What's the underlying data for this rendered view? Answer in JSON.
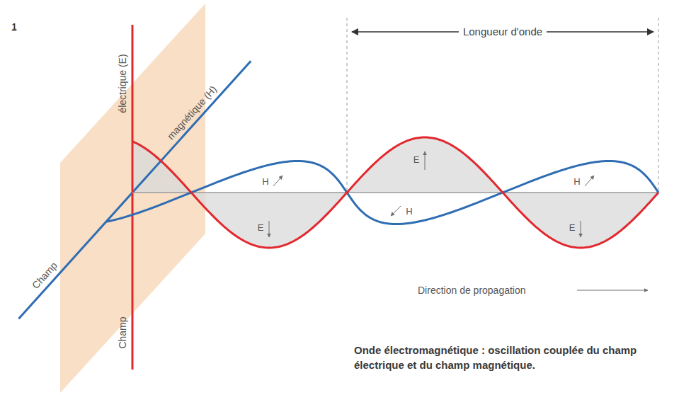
{
  "diagram": {
    "caption": "Onde électromagnétique : oscillation couplée du champ électrique et du champ magnétique.",
    "labels": [
      "1",
      "électrique (E)",
      "Champ",
      "magnétique (H)",
      "Champ",
      "Longueur d'onde",
      "H",
      "E",
      "E",
      "H",
      "H",
      "E",
      "Direction de propagation"
    ]
  }
}
